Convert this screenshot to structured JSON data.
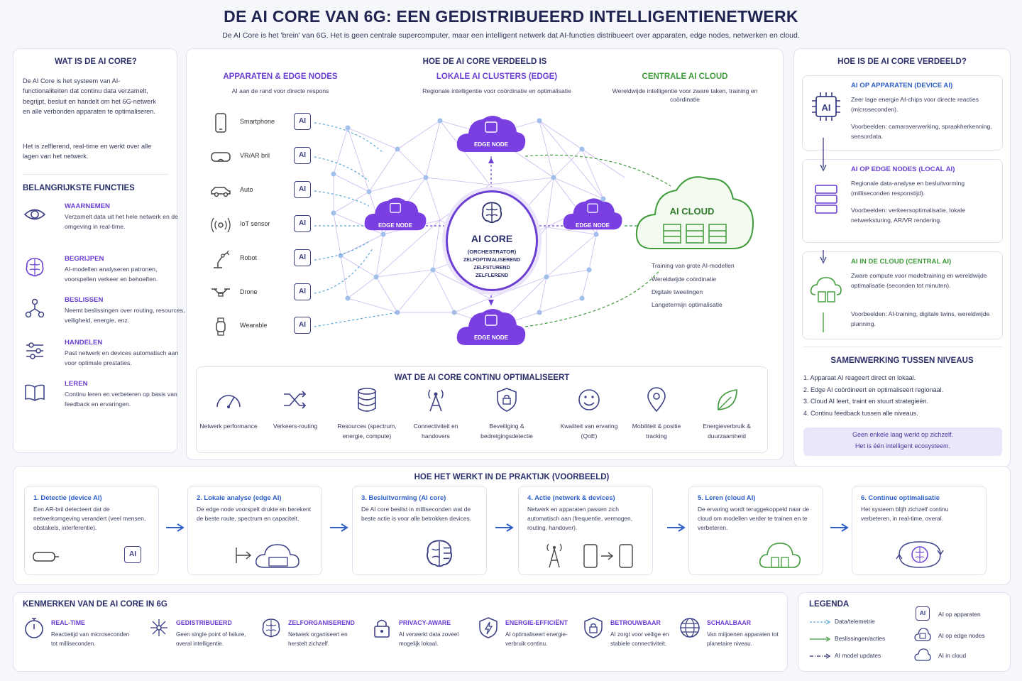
{
  "header": {
    "title": "DE AI CORE VAN 6G: EEN GEDISTRIBUEERD INTELLIGENTIENETWERK",
    "subtitle": "De AI Core is het 'brein' van 6G. Het is geen centrale supercomputer, maar een intelligent netwerk dat AI-functies distribueert over apparaten, edge nodes, netwerken en cloud."
  },
  "left": {
    "title": "WAT IS DE AI CORE?",
    "p1": "De AI Core is het systeem van AI-functionaliteiten dat continu data verzamelt, begrijpt, besluit en handelt om het 6G-netwerk en alle verbonden apparaten te optimaliseren.",
    "p2": "Het is zelflerend, real-time en werkt over alle lagen van het netwerk.",
    "functions_title": "BELANGRIJKSTE FUNCTIES",
    "functions": [
      {
        "title": "WAARNEMEN",
        "desc": "Verzamelt data uit het hele netwerk en de omgeving in real-time."
      },
      {
        "title": "BEGRIJPEN",
        "desc": "AI-modellen analyseren patronen, voorspellen verkeer en behoeften."
      },
      {
        "title": "BESLISSEN",
        "desc": "Neemt beslissingen over routing, resources, veiligheid, energie, enz."
      },
      {
        "title": "HANDELEN",
        "desc": "Past netwerk en devices automatisch aan voor optimale prestaties."
      },
      {
        "title": "LEREN",
        "desc": "Continu leren en verbeteren op basis van feedback en ervaringen."
      }
    ]
  },
  "center": {
    "title": "HOE DE AI CORE VERDEELD IS",
    "col1_title": "APPARATEN & EDGE NODES",
    "col1_sub": "AI aan de rand voor directe respons",
    "col2_title": "LOKALE AI CLUSTERS (EDGE)",
    "col2_sub": "Regionale intelligentie voor coördinatie en optimalisatie",
    "col3_title": "CENTRALE AI CLOUD",
    "col3_sub": "Wereldwijde intelligentie voor zware taken, training en coördinatie",
    "devices": [
      "Smartphone",
      "VR/AR bril",
      "Auto",
      "IoT sensor",
      "Robot",
      "Drone",
      "Wearable"
    ],
    "chip_label": "AI",
    "edge_label": "EDGE NODE",
    "core_title": "AI CORE",
    "core_lines": [
      "(ORCHESTRATOR)",
      "ZELFOPTIMALISEREND",
      "ZELFSTUREND",
      "ZELFLEREND"
    ],
    "cloud_title": "AI CLOUD",
    "cloud_items": [
      "Training van grote AI-modellen",
      "Wereldwijde coördinatie",
      "Digitale tweelingen",
      "Langetermijn optimalisatie"
    ],
    "optimize_title": "WAT DE AI CORE CONTINU OPTIMALISEERT",
    "optimize": [
      "Netwerk performance",
      "Verkeers-routing",
      "Resources (spectrum, energie, compute)",
      "Connectiviteit en handovers",
      "Beveiliging & bedreigingsdetectie",
      "Kwaliteit van ervaring (QoE)",
      "Mobiliteit & positie tracking",
      "Energieverbruik & duurzaamheid"
    ]
  },
  "right": {
    "title": "HOE IS DE AI CORE VERDEELD?",
    "levels": [
      {
        "title": "AI OP APPARATEN (DEVICE AI)",
        "d1": "Zeer lage energie AI-chips voor directe reacties (microseconden).",
        "d2": "Voorbeelden: camaraverwerking, spraakherkenning, sensordata."
      },
      {
        "title": "AI OP EDGE NODES (LOCAL AI)",
        "d1": "Regionale data-analyse en besluitvorming (milliseconden responstijd).",
        "d2": "Voorbeelden: verkeersoptimalisatie, lokale netwerksturing, AR/VR rendering."
      },
      {
        "title": "AI IN DE CLOUD (CENTRAL AI)",
        "d1": "Zware compute voor modeltraining en wereldwijde optimalisatie (seconden tot minuten).",
        "d2": "Voorbeelden: AI-training, digitale twins, wereldwijde planning."
      }
    ],
    "collab_title": "SAMENWERKING TUSSEN NIVEAUS",
    "collab": [
      "1.   Apparaat AI reageert direct en lokaal.",
      "2.   Edge AI coördineert en optimaliseert regionaal.",
      "3.   Cloud AI leert, traint en stuurt strategieën.",
      "4.   Continu feedback tussen alle niveaus."
    ],
    "note1": "Geen enkele laag werkt op zichzelf.",
    "note2": "Het is één intelligent ecosysteem."
  },
  "practice": {
    "title": "HOE HET WERKT IN DE PRAKTIJK (VOORBEELD)",
    "steps": [
      {
        "title": "1. Detectie (device AI)",
        "desc": "Een AR-bril detecteert dat de netwerkomgeving verandert (veel mensen, obstakels, interferentie)."
      },
      {
        "title": "2. Lokale analyse (edge AI)",
        "desc": "De edge node voorspelt drukte en berekent de beste route, spectrum en capaciteit."
      },
      {
        "title": "3. Besluitvorming (AI core)",
        "desc": "De AI core beslist in milliseconden wat de beste actie is voor alle betrokken devices."
      },
      {
        "title": "4. Actie (netwerk & devices)",
        "desc": "Netwerk en apparaten passen zich automatisch aan (frequentie, vermogen, routing, handover)."
      },
      {
        "title": "5. Leren (cloud AI)",
        "desc": "De ervaring wordt teruggekoppeld naar de cloud om modellen verder te trainen en te verbeteren."
      },
      {
        "title": "6. Continue optimalisatie",
        "desc": "Het systeem blijft zichzelf continu verbeteren, in real-time, overal."
      }
    ]
  },
  "features": {
    "title": "KENMERKEN VAN DE AI CORE IN 6G",
    "items": [
      {
        "title": "REAL-TIME",
        "desc": "Reactietijd van microseconden tot milliseconden."
      },
      {
        "title": "GEDISTRIBUEERD",
        "desc": "Geen single point of failure, overal intelligentie."
      },
      {
        "title": "ZELFORGANISEREND",
        "desc": "Netwerk organiseert en herstelt zichzelf."
      },
      {
        "title": "PRIVACY-AWARE",
        "desc": "AI verwerkt data zoveel mogelijk lokaal."
      },
      {
        "title": "ENERGIE-EFFICIËNT",
        "desc": "AI optimaliseert energie-verbruik continu."
      },
      {
        "title": "BETROUWBAAR",
        "desc": "AI zorgt voor veilige en stabiele connectiviteit."
      },
      {
        "title": "SCHAALBAAR",
        "desc": "Van miljoenen apparaten tot planetaire niveau."
      }
    ]
  },
  "legend": {
    "title": "LEGENDA",
    "lines": [
      "Data/telemetrie",
      "Beslissingen/acties",
      "AI model updates"
    ],
    "icons": [
      "AI op apparaten",
      "AI op edge nodes",
      "AI in cloud"
    ]
  },
  "colors": {
    "purple": "#6b3fd1",
    "green": "#3f9a3a",
    "blue": "#2f5fc6",
    "navy": "#2a2f6b"
  }
}
